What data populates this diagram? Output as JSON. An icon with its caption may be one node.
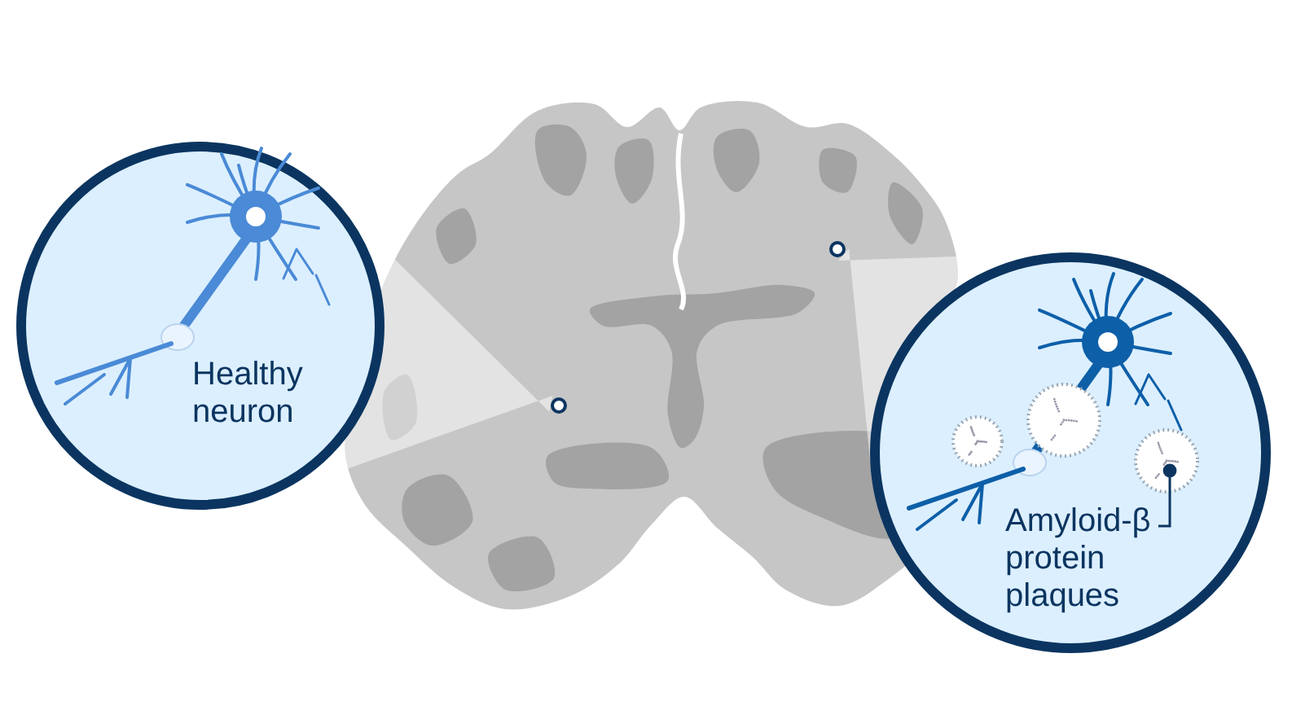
{
  "diagram": {
    "nodes": [
      {
        "text": [],
        "shape": "circle"
      },
      {
        "text": [
          "Healthy neuron"
        ],
        "in": 0
      },
      {
        "text": [],
        "shape": "picture"
      },
      {
        "text": [],
        "shape": "circle",
        "in": 2
      },
      {
        "text": [],
        "shape": "circle",
        "in": 2
      },
      {
        "text": [],
        "shape": "circle"
      },
      {
        "text": [
          "Amyloid-β protein plaques"
        ],
        "in": 5
      },
      {
        "text": [],
        "shape": "cloud",
        "in": 5
      }
    ],
    "edges": [
      {
        "from": 3,
        "to": 0,
        "arrow": "none"
      },
      {
        "from": 4,
        "to": 5,
        "arrow": "none"
      },
      {
        "from": 6,
        "to": 7,
        "arrow": "other"
      }
    ]
  }
}
